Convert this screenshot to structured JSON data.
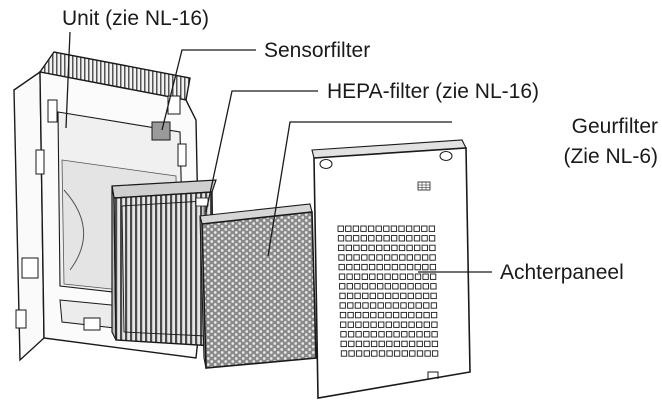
{
  "labels": {
    "unit": "Unit (zie NL-16)",
    "sensor_filter": "Sensorfilter",
    "hepa_filter": "HEPA-filter (zie NL-16)",
    "odor_filter_line1": "Geurfilter",
    "odor_filter_line2": "(Zie NL-6)",
    "back_panel": "Achterpaneel"
  }
}
